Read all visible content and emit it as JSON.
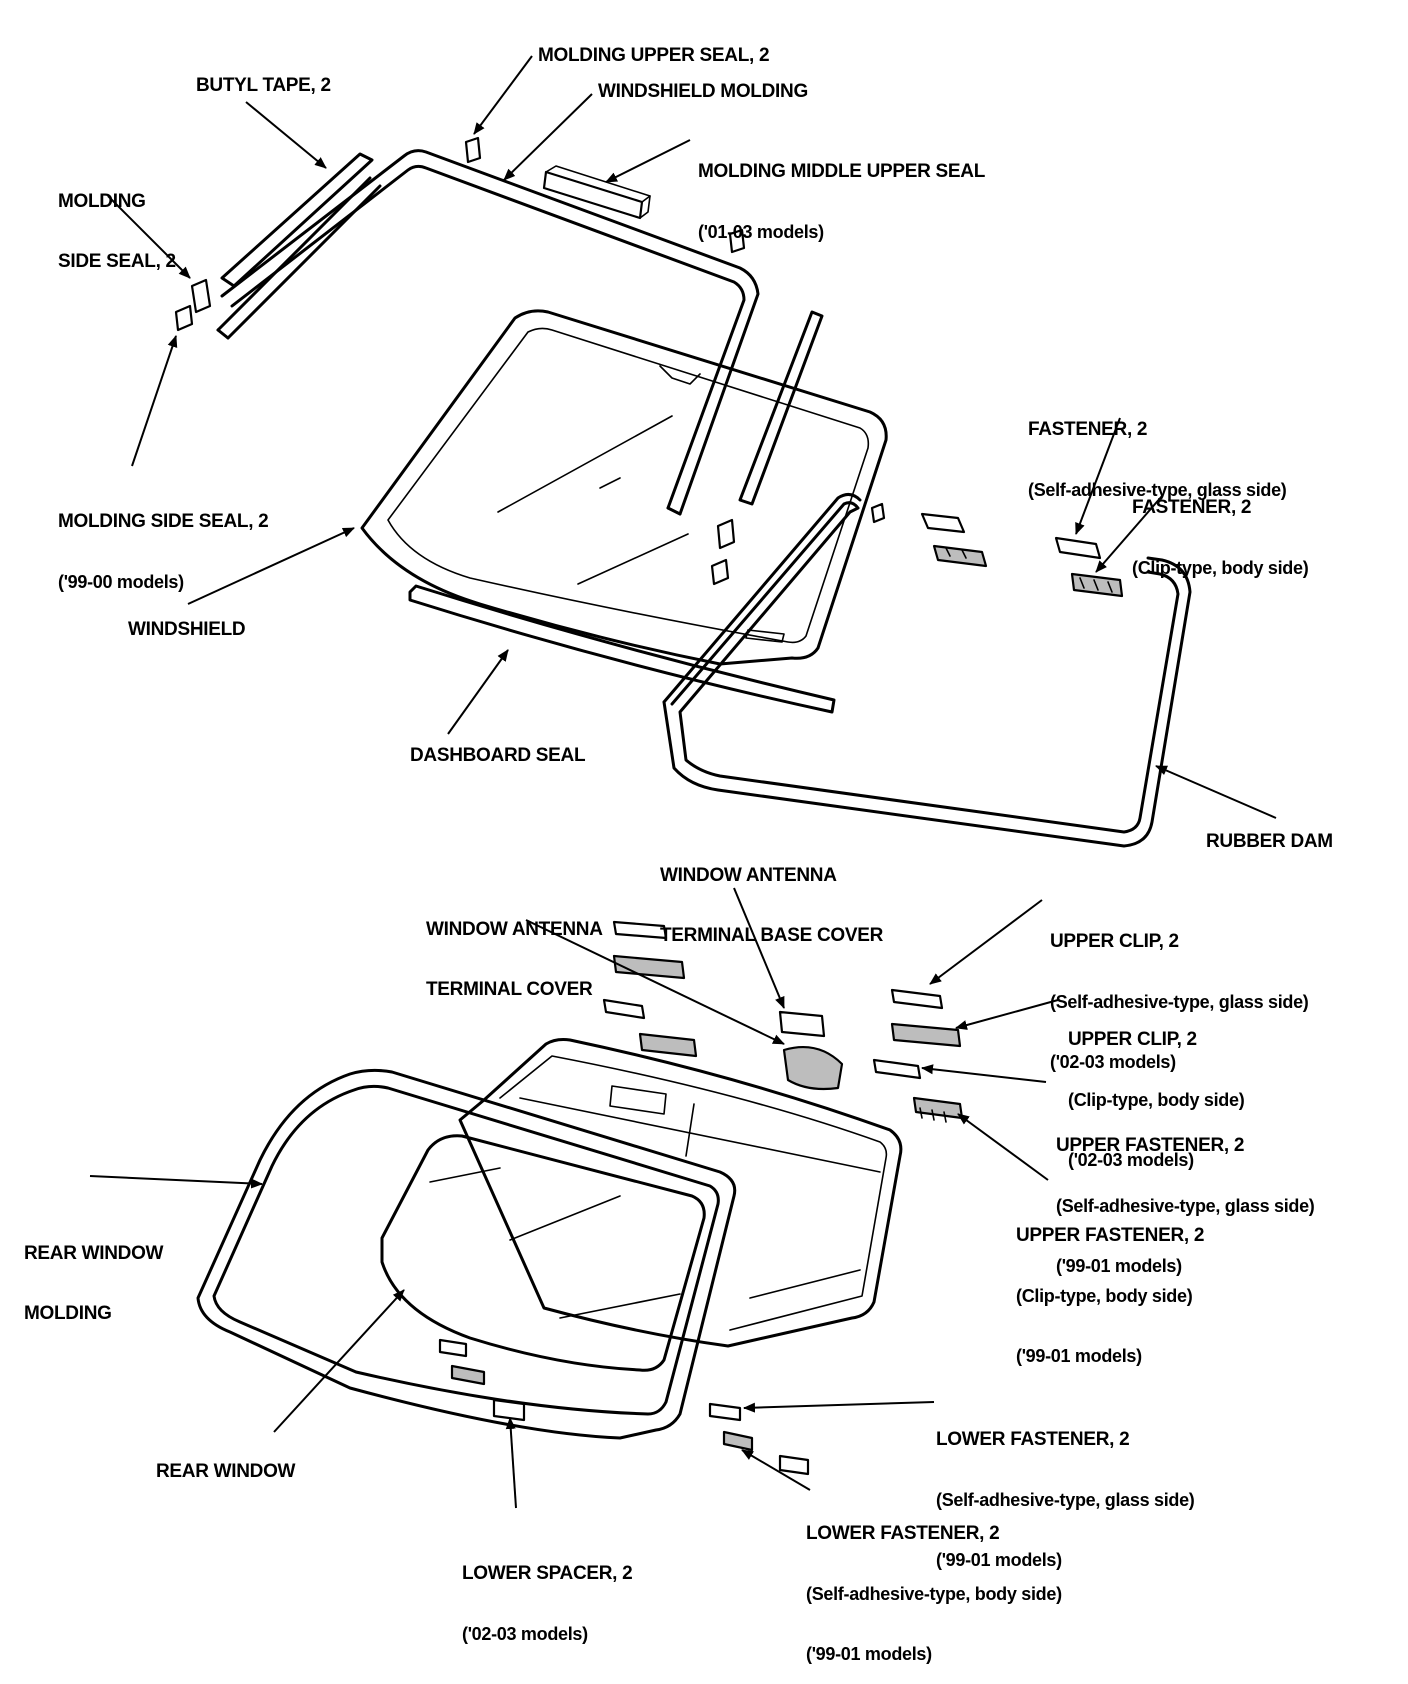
{
  "labels": {
    "molding_upper_seal": "MOLDING UPPER SEAL, 2",
    "butyl_tape": "BUTYL TAPE, 2",
    "windshield_molding": "WINDSHIELD MOLDING",
    "molding_middle_upper_seal": "MOLDING MIDDLE UPPER SEAL",
    "molding_middle_upper_seal_note": "('01-03 models)",
    "molding_side_seal_line1": "MOLDING",
    "molding_side_seal_line2": "SIDE SEAL, 2",
    "molding_side_seal_old": "MOLDING SIDE SEAL, 2",
    "molding_side_seal_old_note": "('99-00 models)",
    "windshield": "WINDSHIELD",
    "dashboard_seal": "DASHBOARD SEAL",
    "fastener_glass": "FASTENER, 2",
    "fastener_glass_note": "(Self-adhesive-type, glass side)",
    "fastener_clip": "FASTENER, 2",
    "fastener_clip_note": "(Clip-type, body side)",
    "rubber_dam": "RUBBER DAM",
    "antenna_base_cover_line1": "WINDOW ANTENNA",
    "antenna_base_cover_line2": "TERMINAL BASE COVER",
    "antenna_cover_line1": "WINDOW ANTENNA",
    "antenna_cover_line2": "TERMINAL COVER",
    "upper_clip_glass": "UPPER CLIP, 2",
    "upper_clip_glass_note1": "(Self-adhesive-type, glass side)",
    "upper_clip_glass_note2": "('02-03 models)",
    "upper_clip_body": "UPPER CLIP, 2",
    "upper_clip_body_note1": "(Clip-type, body side)",
    "upper_clip_body_note2": "('02-03 models)",
    "upper_fastener_glass": "UPPER FASTENER, 2",
    "upper_fastener_glass_note1": "(Self-adhesive-type, glass side)",
    "upper_fastener_glass_note2": "('99-01 models)",
    "upper_fastener_body": "UPPER FASTENER, 2",
    "upper_fastener_body_note1": "(Clip-type, body side)",
    "upper_fastener_body_note2": "('99-01 models)",
    "rear_window_molding_line1": "REAR WINDOW",
    "rear_window_molding_line2": "MOLDING",
    "rear_window": "REAR WINDOW",
    "lower_fastener_glass": "LOWER FASTENER, 2",
    "lower_fastener_glass_note1": "(Self-adhesive-type, glass side)",
    "lower_fastener_glass_note2": "('99-01 models)",
    "lower_fastener_body": "LOWER FASTENER, 2",
    "lower_fastener_body_note1": "(Self-adhesive-type, body side)",
    "lower_fastener_body_note2": "('99-01 models)",
    "lower_spacer": "LOWER SPACER, 2",
    "lower_spacer_note": "('02-03 models)"
  },
  "colors": {
    "ink": "#000000",
    "paper": "#ffffff",
    "shade": "#bdbdbd"
  }
}
